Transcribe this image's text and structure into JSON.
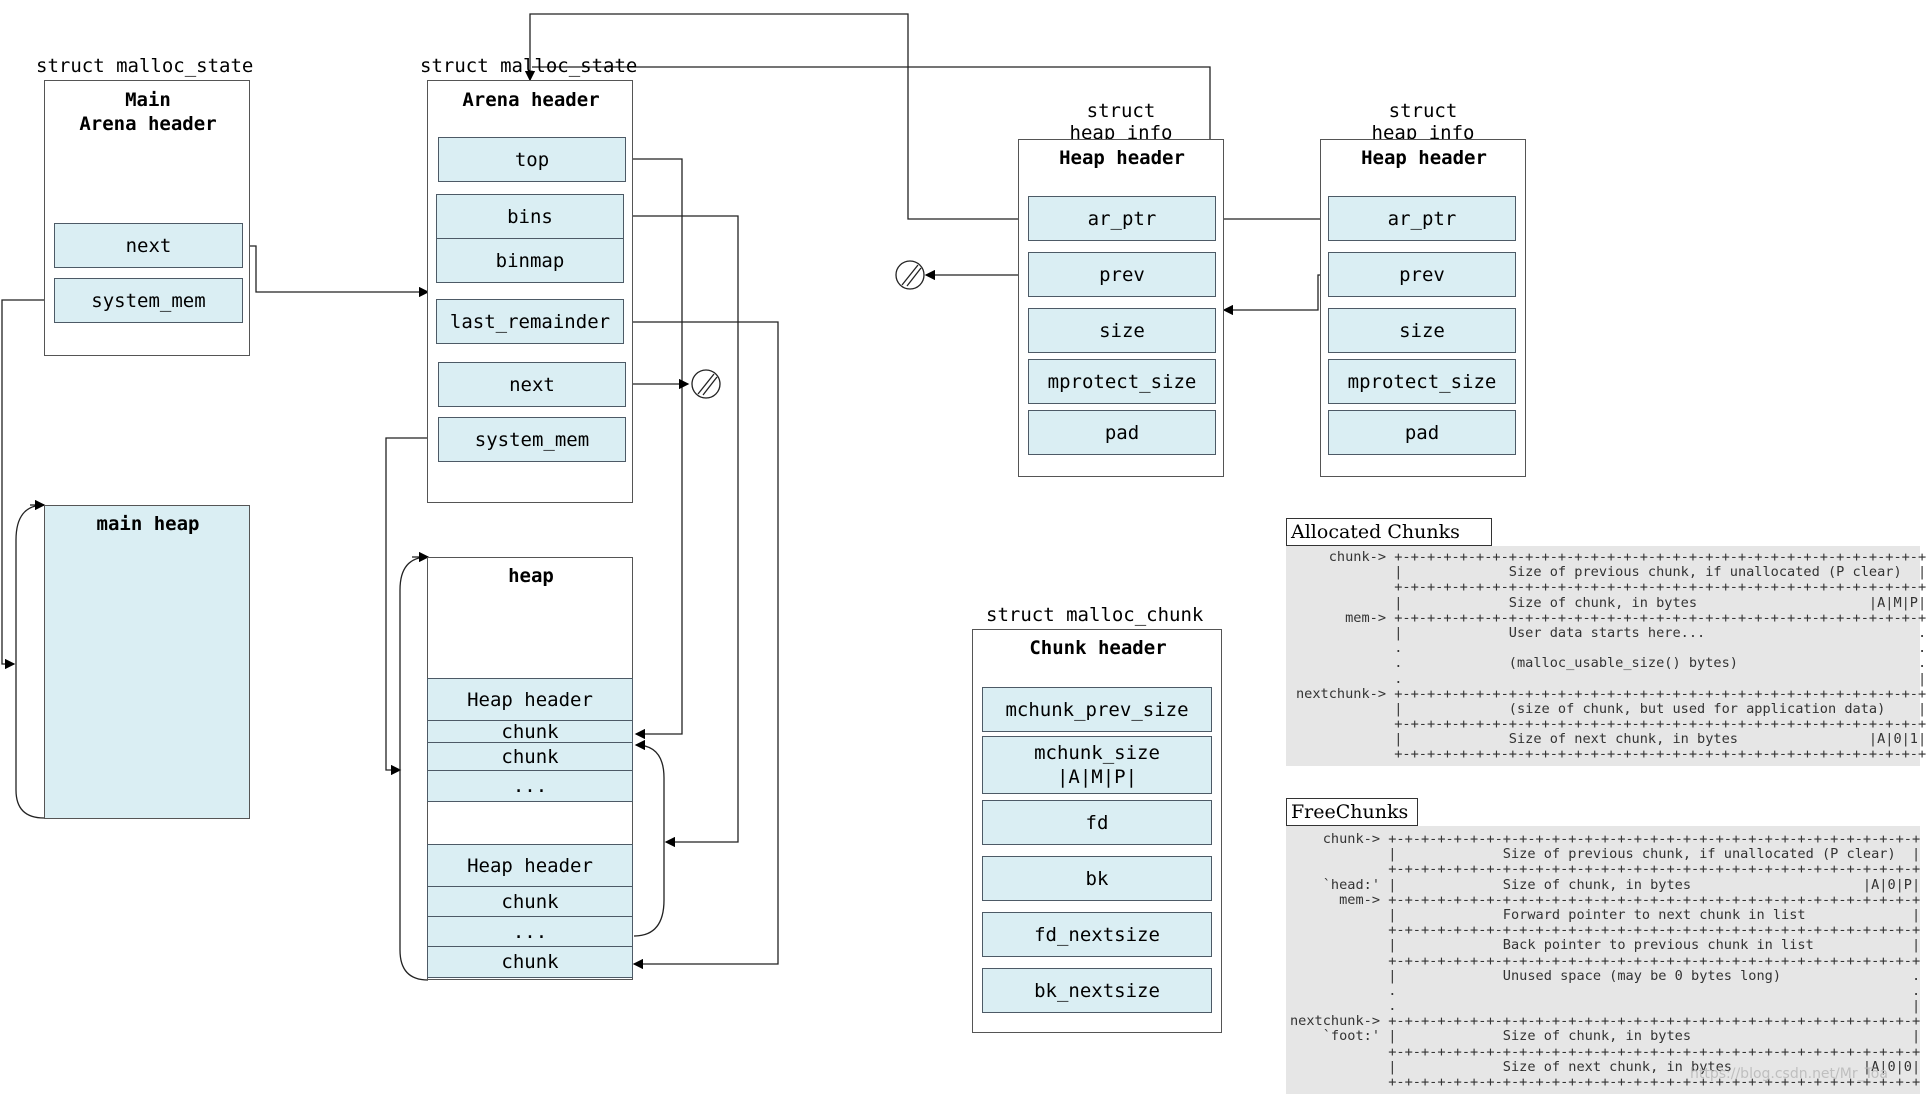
{
  "main_arena": {
    "struct_label": "struct malloc_state",
    "title": "Main\nArena header",
    "fields": [
      "next",
      "system_mem"
    ]
  },
  "main_heap": {
    "title": "main heap"
  },
  "arena": {
    "struct_label": "struct malloc_state",
    "title": "Arena header",
    "fields": [
      "top",
      "bins",
      "binmap",
      "last_remainder",
      "next",
      "system_mem"
    ]
  },
  "heap": {
    "title": "heap",
    "rows": [
      "Heap header",
      "chunk",
      "chunk",
      "...",
      "Heap header",
      "chunk",
      "...",
      "chunk"
    ]
  },
  "heap_info_1": {
    "struct_label": "struct\nheap_info",
    "title": "Heap header",
    "fields": [
      "ar_ptr",
      "prev",
      "size",
      "mprotect_size",
      "pad"
    ]
  },
  "heap_info_2": {
    "struct_label": "struct\nheap_info",
    "title": "Heap header",
    "fields": [
      "ar_ptr",
      "prev",
      "size",
      "mprotect_size",
      "pad"
    ]
  },
  "malloc_chunk": {
    "struct_label": "struct malloc_chunk",
    "title": "Chunk header",
    "fields": [
      "mchunk_prev_size",
      "mchunk_size\n|A|M|P|",
      "fd",
      "bk",
      "fd_nextsize",
      "bk_nextsize"
    ]
  },
  "allocated": {
    "header": "Allocated Chunks",
    "lines": [
      "    chunk-> +-+-+-+-+-+-+-+-+-+-+-+-+-+-+-+-+-+-+-+-+-+-+-+-+-+-+-+-+-+-+-+-+",
      "            |             Size of previous chunk, if unallocated (P clear)  |",
      "            +-+-+-+-+-+-+-+-+-+-+-+-+-+-+-+-+-+-+-+-+-+-+-+-+-+-+-+-+-+-+-+-+",
      "            |             Size of chunk, in bytes                     |A|M|P|",
      "      mem-> +-+-+-+-+-+-+-+-+-+-+-+-+-+-+-+-+-+-+-+-+-+-+-+-+-+-+-+-+-+-+-+-+",
      "            |             User data starts here...                          .",
      "            .                                                               .",
      "            .             (malloc_usable_size() bytes)                      .",
      "            .                                                               |",
      "nextchunk-> +-+-+-+-+-+-+-+-+-+-+-+-+-+-+-+-+-+-+-+-+-+-+-+-+-+-+-+-+-+-+-+-+",
      "            |             (size of chunk, but used for application data)    |",
      "            +-+-+-+-+-+-+-+-+-+-+-+-+-+-+-+-+-+-+-+-+-+-+-+-+-+-+-+-+-+-+-+-+",
      "            |             Size of next chunk, in bytes                |A|0|1|",
      "            +-+-+-+-+-+-+-+-+-+-+-+-+-+-+-+-+-+-+-+-+-+-+-+-+-+-+-+-+-+-+-+-+"
    ]
  },
  "free": {
    "header": "FreeChunks",
    "lines": [
      "    chunk-> +-+-+-+-+-+-+-+-+-+-+-+-+-+-+-+-+-+-+-+-+-+-+-+-+-+-+-+-+-+-+-+-+",
      "            |             Size of previous chunk, if unallocated (P clear)  |",
      "            +-+-+-+-+-+-+-+-+-+-+-+-+-+-+-+-+-+-+-+-+-+-+-+-+-+-+-+-+-+-+-+-+",
      "    `head:' |             Size of chunk, in bytes                     |A|0|P|",
      "      mem-> +-+-+-+-+-+-+-+-+-+-+-+-+-+-+-+-+-+-+-+-+-+-+-+-+-+-+-+-+-+-+-+-+",
      "            |             Forward pointer to next chunk in list             |",
      "            +-+-+-+-+-+-+-+-+-+-+-+-+-+-+-+-+-+-+-+-+-+-+-+-+-+-+-+-+-+-+-+-+",
      "            |             Back pointer to previous chunk in list            |",
      "            +-+-+-+-+-+-+-+-+-+-+-+-+-+-+-+-+-+-+-+-+-+-+-+-+-+-+-+-+-+-+-+-+",
      "            |             Unused space (may be 0 bytes long)                .",
      "            .                                                               .",
      "            .                                                               |",
      "nextchunk-> +-+-+-+-+-+-+-+-+-+-+-+-+-+-+-+-+-+-+-+-+-+-+-+-+-+-+-+-+-+-+-+-+",
      "    `foot:' |             Size of chunk, in bytes                           |",
      "            +-+-+-+-+-+-+-+-+-+-+-+-+-+-+-+-+-+-+-+-+-+-+-+-+-+-+-+-+-+-+-+-+",
      "            |             Size of next chunk, in bytes                |A|0|0|",
      "            +-+-+-+-+-+-+-+-+-+-+-+-+-+-+-+-+-+-+-+-+-+-+-+-+-+-+-+-+-+-+-+-+"
    ]
  },
  "watermark": "https://blog.csdn.net/Mr_Toa"
}
